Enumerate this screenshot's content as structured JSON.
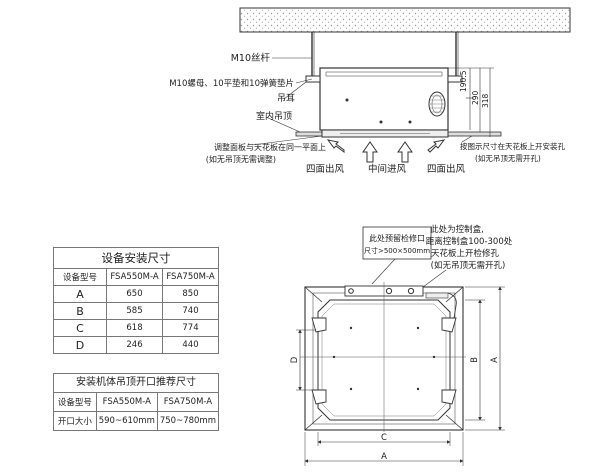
{
  "top_view": {
    "labels": {
      "rod": "M10丝杆",
      "washers": "M10螺母、10平垫和10弹簧垫片",
      "ear": "吊耳",
      "hanger": "室内吊顶",
      "panel_line1": "调整面板与天花板在同一平面上",
      "panel_line2": "(如无吊顶无需调整)",
      "outlet_left": "四面出风",
      "inlet_center": "中间进风",
      "outlet_right": "四面出风",
      "hole_line1": "按图示尺寸在天花板上开安装孔",
      "hole_line2": "(如无吊顶无需开孔)"
    },
    "dims": {
      "d1": "190.5",
      "d2": "290",
      "d3": "318"
    }
  },
  "bottom_view": {
    "callout_box_line1": "此处预留检修口",
    "callout_box_line2": "尺寸>500×500mm",
    "control_line1": "此处为控制盒,",
    "control_line2": "距离控制盒100-300处",
    "control_line3": "天花板上开检修孔",
    "control_line4": "(如无吊顶无需开孔)",
    "dim_A_bottom": "A",
    "dim_C_bottom": "C",
    "dim_A_right": "A",
    "dim_B_right": "B",
    "dim_D_left": "D"
  },
  "table1": {
    "title": "设备安装尺寸",
    "headers": [
      "设备型号",
      "FSA550M-A",
      "FSA750M-A"
    ],
    "rows": [
      [
        "A",
        "650",
        "850"
      ],
      [
        "B",
        "585",
        "740"
      ],
      [
        "C",
        "618",
        "774"
      ],
      [
        "D",
        "246",
        "440"
      ]
    ]
  },
  "table2": {
    "title": "安装机体吊顶开口推荐尺寸",
    "headers": [
      "设备型号",
      "FSA550M-A",
      "FSA750M-A"
    ],
    "rows": [
      [
        "开口大小",
        "590~610mm",
        "750~780mm"
      ]
    ]
  }
}
